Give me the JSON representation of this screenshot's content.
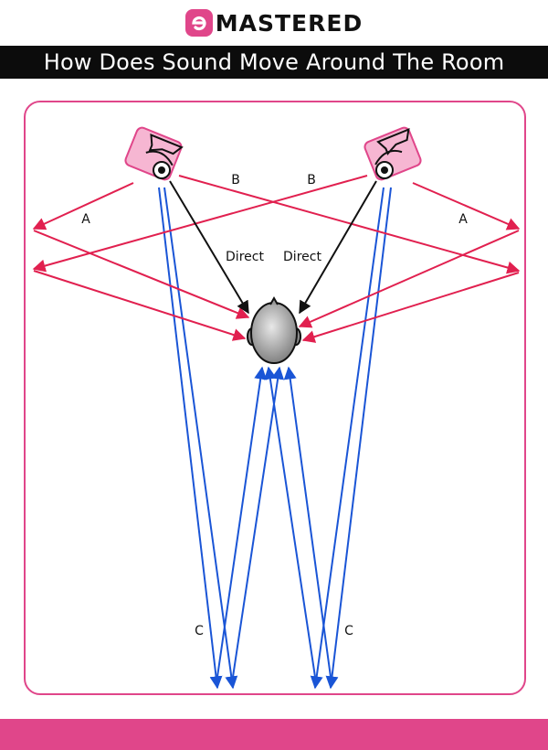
{
  "brand": {
    "name": "MASTERED",
    "mark_letter": "e"
  },
  "title": "How Does Sound Move Around The Room",
  "labels": {
    "a_left": "A",
    "a_right": "A",
    "b_left": "B",
    "b_right": "B",
    "direct_left": "Direct",
    "direct_right": "Direct",
    "c_left": "C",
    "c_right": "C"
  },
  "colors": {
    "accent": "#e0468a",
    "reflection_side": "#e1204f",
    "reflection_back": "#1a55d6",
    "direct": "#111111",
    "speaker": "#f6b6d2",
    "head": "#9a9a9a"
  },
  "icons": {
    "speaker": "speaker-icon",
    "listener": "head-icon"
  }
}
